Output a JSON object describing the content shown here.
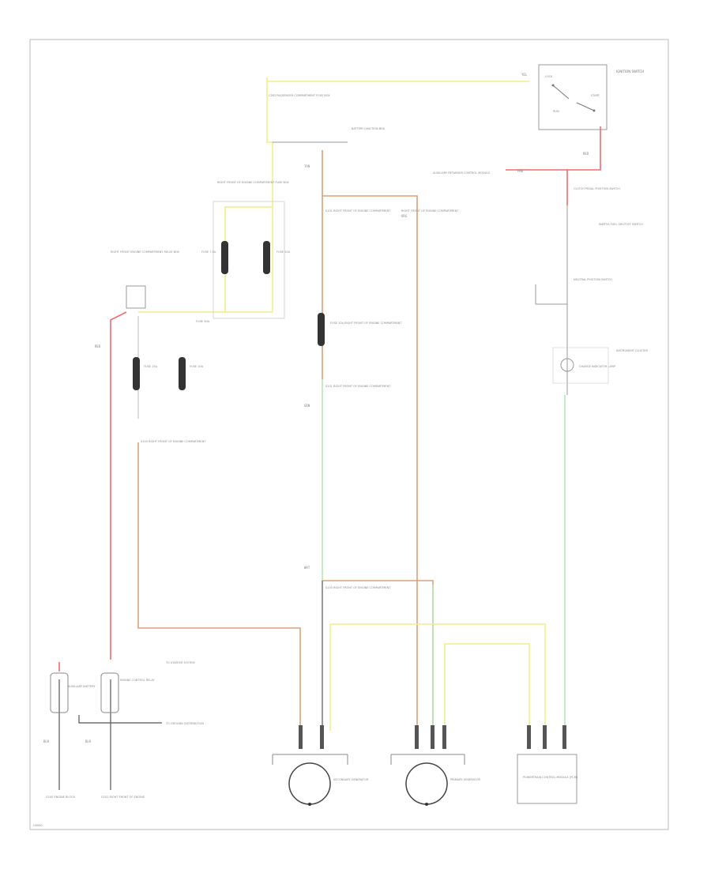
{
  "colors": {
    "red": "#f26c6c",
    "yellow": "#f2ee8c",
    "tan": "#d9a27a",
    "green": "#b6e6b6",
    "black": "#333333",
    "gray": "#999999"
  },
  "labels": {
    "ignition_switch": "IGNITION SWITCH",
    "switch_run": "RUN",
    "switch_start": "START",
    "switch_lock": "LOCK",
    "top_connector": "C263 PASSENGER COMPARTMENT FUSE BOX",
    "battery": "BATTERY JUNCTION BOX",
    "rf_relay_box": "RIGHT FRONT OF ENGINE COMPARTMENT FUSE BOX",
    "left_relay": "RIGHT FRONT ENGINE COMPARTMENT RELAY BOX",
    "fuse_a": "FUSE 7.5A",
    "fuse_b": "FUSE 20A",
    "fuse_c": "FUSE 15A",
    "fuse_d": "FUSE 10A",
    "fuse_e": "FUSE 30A",
    "fuse_center": "FUSE 10A RIGHT FRONT OF ENGINE COMPARTMENT",
    "center_splice": "S101 RIGHT FRONT OF ENGINE COMPARTMENT",
    "mid_right_label": "RIGHT FRONT OF ENGINE COMPARTMENT",
    "lower_splice": "S103 RIGHT FRONT OF ENGINE COMPARTMENT",
    "aux_label": "AUXILIARY RETARDER CONTROL MODULE",
    "clutch_label": "CLUTCH PEDAL POSITION SWITCH",
    "neutral_label": "NEUTRAL POSITION SWITCH",
    "inertia_label": "INERTIA FUEL SHUTOFF SWITCH",
    "lamp_label": "CHARGE INDICATOR LAMP",
    "instrument": "INSTRUMENT CLUSTER",
    "to_starter": "TO STARTER SYSTEM",
    "to_ground": "TO GROUND DISTRIBUTION",
    "aux_battery": "AUXILIARY BATTERY",
    "engine_control": "ENGINE CONTROL RELAY",
    "g100": "G100 ENGINE BLOCK",
    "g101": "G101 RIGHT FRONT OF ENGINE",
    "secondary_gen": "SECONDARY GENERATOR",
    "primary_gen": "PRIMARY GENERATOR",
    "pcm": "POWERTRAIN CONTROL MODULE (PCM)",
    "footer": "G0000"
  },
  "wire_codes": {
    "yel": "YEL",
    "red": "RED",
    "tan": "TAN",
    "grn": "GRN",
    "blk": "BLK",
    "wht": "WHT",
    "org": "ORG",
    "pnk": "PNK"
  }
}
